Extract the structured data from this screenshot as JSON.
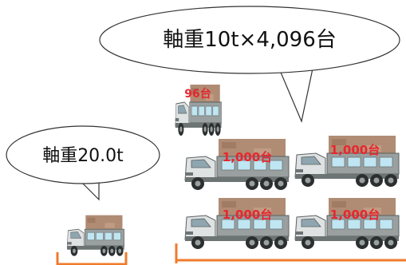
{
  "bubble_large": {
    "text": "軸重10t×4,096台"
  },
  "bubble_small": {
    "text": "軸重20.0t"
  },
  "trucks": [
    {
      "label": "96台"
    },
    {
      "label": "1,000台"
    },
    {
      "label": "1,000台"
    },
    {
      "label": "1,000台"
    },
    {
      "label": "1,000台"
    }
  ],
  "colors": {
    "accent_orange": "#f07b2c",
    "count_red": "#e8262f",
    "cargo_brown": "#b08c74",
    "truck_gray": "#8f9494",
    "window_blue": "#bfe6f2"
  },
  "icons": {
    "truck": "dump-truck-icon"
  }
}
